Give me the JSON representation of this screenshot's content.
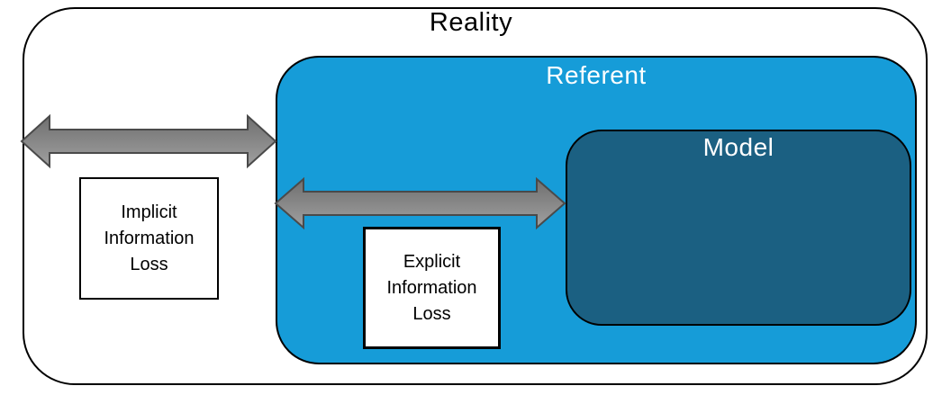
{
  "colors": {
    "referent_fill": "#169CD8",
    "model_fill": "#1B6082",
    "box_border": "#000000",
    "arrow_fill_dark": "#6F6F6F",
    "arrow_fill_light": "#A0A0A0",
    "arrow_stroke": "#4A4A4A"
  },
  "diagram": {
    "reality_label": "Reality",
    "referent_label": "Referent",
    "model_label": "Model",
    "implicit_box": {
      "lines": [
        "Implicit",
        "Information",
        "Loss"
      ]
    },
    "explicit_box": {
      "lines": [
        "Explicit",
        "Information",
        "Loss"
      ]
    }
  }
}
